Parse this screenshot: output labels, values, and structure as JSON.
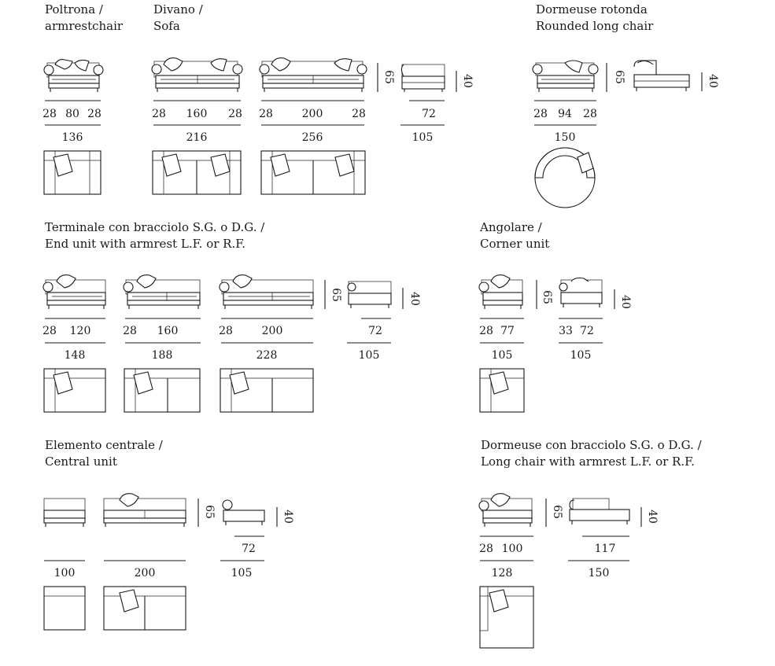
{
  "sections": {
    "poltrona": {
      "title_it": "Poltrona /",
      "title_en": "armrestchair",
      "widths": [
        "28",
        "80",
        "28"
      ],
      "total": "136"
    },
    "divano": {
      "title_it": "Divano /",
      "title_en": "Sofa",
      "a": {
        "widths": [
          "28",
          "160",
          "28"
        ],
        "total": "216"
      },
      "b": {
        "widths": [
          "28",
          "200",
          "28"
        ],
        "total": "256"
      },
      "height": "65",
      "seat_height": "40",
      "depth_seat": "72",
      "depth_total": "105"
    },
    "dormeuse_rotonda": {
      "title_it": "Dormeuse rotonda",
      "title_en": "Rounded long chair",
      "widths": [
        "28",
        "94",
        "28"
      ],
      "total": "150",
      "height": "65",
      "seat_height": "40"
    },
    "terminale": {
      "title_it": "Terminale con bracciolo S.G. o D.G. /",
      "title_en": "End unit with armrest L.F. or R.F.",
      "a": {
        "widths": [
          "28",
          "120"
        ],
        "total": "148"
      },
      "b": {
        "widths": [
          "28",
          "160"
        ],
        "total": "188"
      },
      "c": {
        "widths": [
          "28",
          "200"
        ],
        "total": "228"
      },
      "height": "65",
      "seat_height": "40",
      "depth_seat": "72",
      "depth_total": "105"
    },
    "angolare": {
      "title_it": "Angolare /",
      "title_en": "Corner unit",
      "a": {
        "widths": [
          "28",
          "77"
        ],
        "total": "105"
      },
      "b": {
        "widths": [
          "33",
          "72"
        ],
        "total": "105"
      },
      "height": "65",
      "seat_height": "40"
    },
    "centrale": {
      "title_it": "Elemento centrale /",
      "title_en": "Central unit",
      "a": {
        "total": "100"
      },
      "b": {
        "total": "200"
      },
      "height": "65",
      "seat_height": "40",
      "depth_seat": "72",
      "depth_total": "105"
    },
    "dormeuse_bracciolo": {
      "title_it": "Dormeuse con bracciolo S.G. o D.G. /",
      "title_en": "Long chair with armrest L.F. or R.F.",
      "widths": [
        "28",
        "100"
      ],
      "total": "128",
      "height": "65",
      "seat_height": "40",
      "depth_seat": "117",
      "depth_total": "150"
    }
  }
}
